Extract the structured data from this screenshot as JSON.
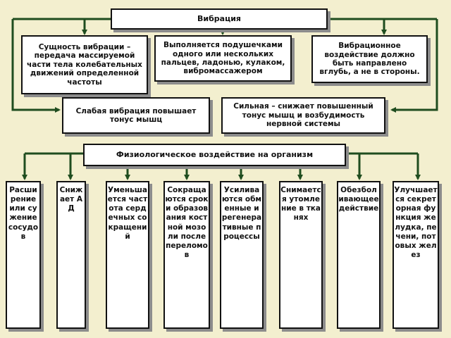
{
  "title": "Вибрация",
  "top_boxes": [
    "Сущность вибрации – передача массируемой части тела колебательных движений определенной частоты",
    "Выполняется подушечками одного или нескольких пальцев, ладонью, кулаком, вибромассажером",
    "Вибрационное воздействие должно быть направлено вглубь, а не в стороны."
  ],
  "middle_boxes": [
    "Слабая вибрация повышает тонус мышц",
    "Сильная – снижает повышенный тонус мышц и возбудимость нервной системы"
  ],
  "effects_title": "Физиологическое воздействие на организм",
  "effects": [
    "Расширение или сужение сосудов",
    "Снижает АД",
    "Уменьшается частота сердечных сокращений",
    "Сокращаются сроки образования костной мозоли после переломов",
    "Усиливаются обменные и регенеративные процессы",
    "Снимается утомление в тканях",
    "Обезболивающее действие",
    "Улучшается секреторная функция желудка, печени, потовых желез"
  ],
  "colors": {
    "background": "#f3efcf",
    "connector": "#1f4d1f",
    "box_fill": "#ffffff",
    "box_border": "#111111",
    "shadow": "#8c8c8c"
  }
}
